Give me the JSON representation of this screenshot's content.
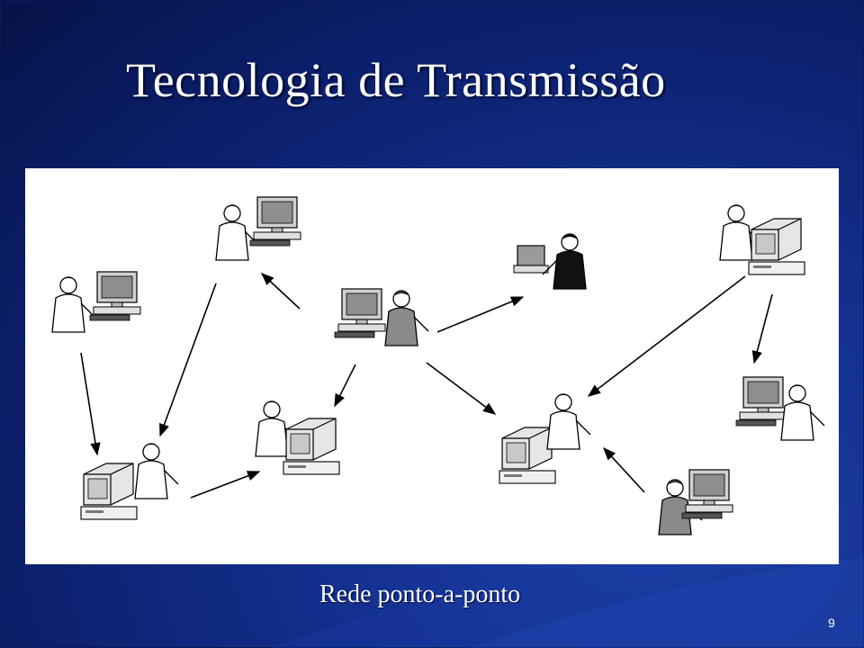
{
  "slide": {
    "title": "Tecnologia de Transmissão",
    "caption": "Rede ponto-a-ponto",
    "slide_number": "9"
  },
  "colors": {
    "background": "#0b1f6b",
    "panel": "#ffffff",
    "text": "#ffffff"
  },
  "diagram": {
    "icons": [
      "person-at-computer-icon",
      "arrow-icon"
    ]
  }
}
